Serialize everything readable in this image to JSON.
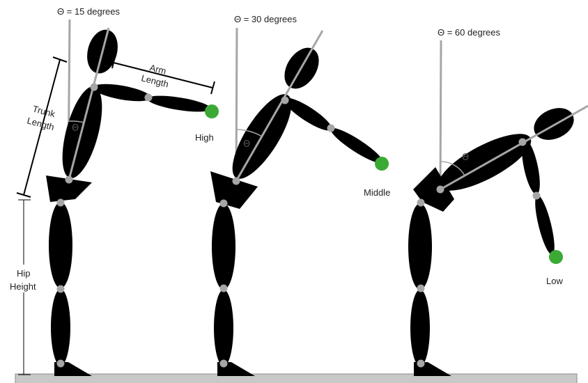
{
  "figures": [
    {
      "angle_label": "Θ = 15 degrees",
      "height_label": "High",
      "theta_symbol": "Θ"
    },
    {
      "angle_label": "Θ = 30 degrees",
      "height_label": "Middle",
      "theta_symbol": "Θ"
    },
    {
      "angle_label": "Θ = 60 degrees",
      "height_label": "Low",
      "theta_symbol": "Θ"
    }
  ],
  "dimensions": {
    "arm_length": [
      "Arm",
      "Length"
    ],
    "trunk_length": [
      "Trunk",
      "Length"
    ],
    "hip_height": [
      "Hip",
      "Height"
    ]
  },
  "colors": {
    "body": "#000000",
    "joint": "#a6a6a6",
    "reference_line": "#a6a6a6",
    "target": "#3aaa35",
    "floor": "#c8c8c8"
  }
}
